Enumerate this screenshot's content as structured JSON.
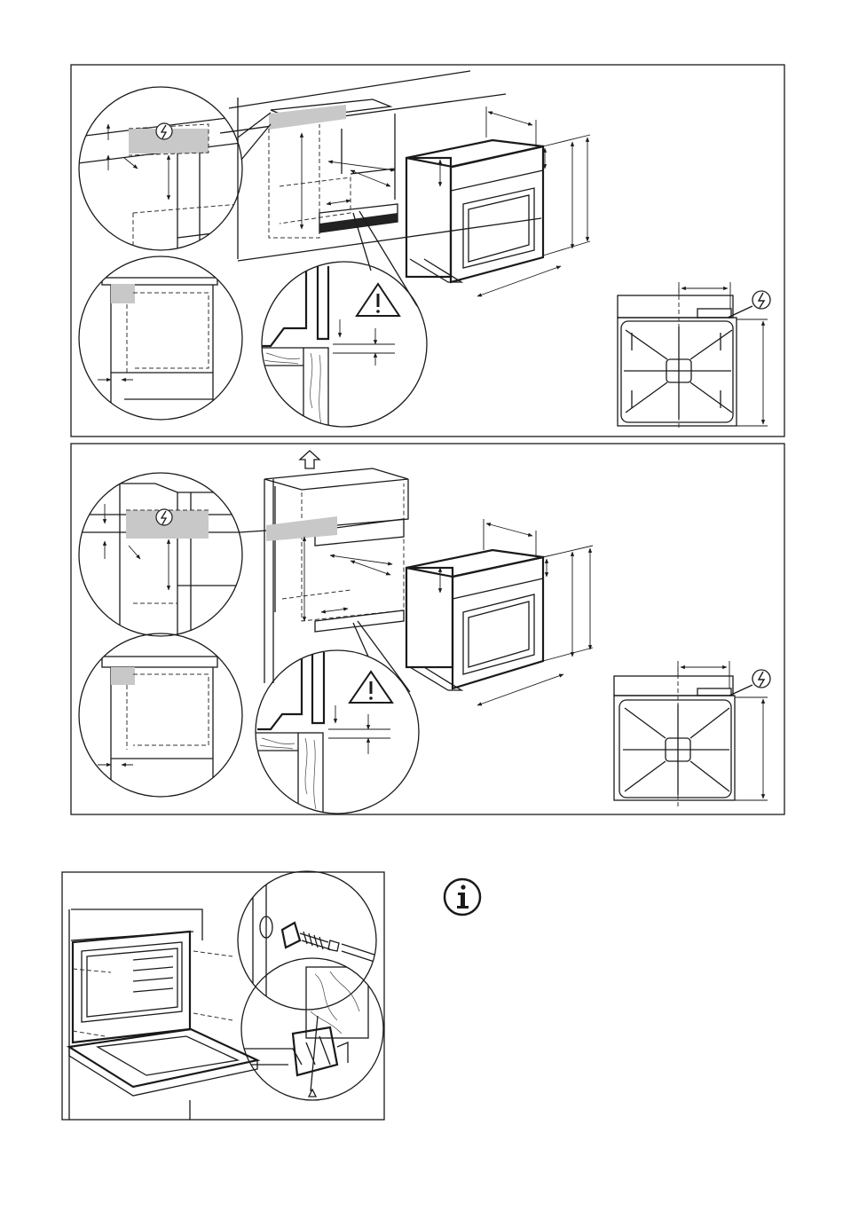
{
  "page": {
    "figures": [
      {
        "id": "installation-under-hob",
        "icons": [
          "electrical-connection-icon",
          "warning-triangle-icon",
          "up-arrow-icon"
        ]
      },
      {
        "id": "installation-in-column",
        "icons": [
          "electrical-connection-icon",
          "warning-triangle-icon",
          "up-arrow-icon"
        ]
      },
      {
        "id": "securing-oven-to-cabinet",
        "icons": [
          "screw-fixing-icon"
        ]
      }
    ],
    "info_note": {
      "icon": "information-icon",
      "text": ""
    }
  }
}
